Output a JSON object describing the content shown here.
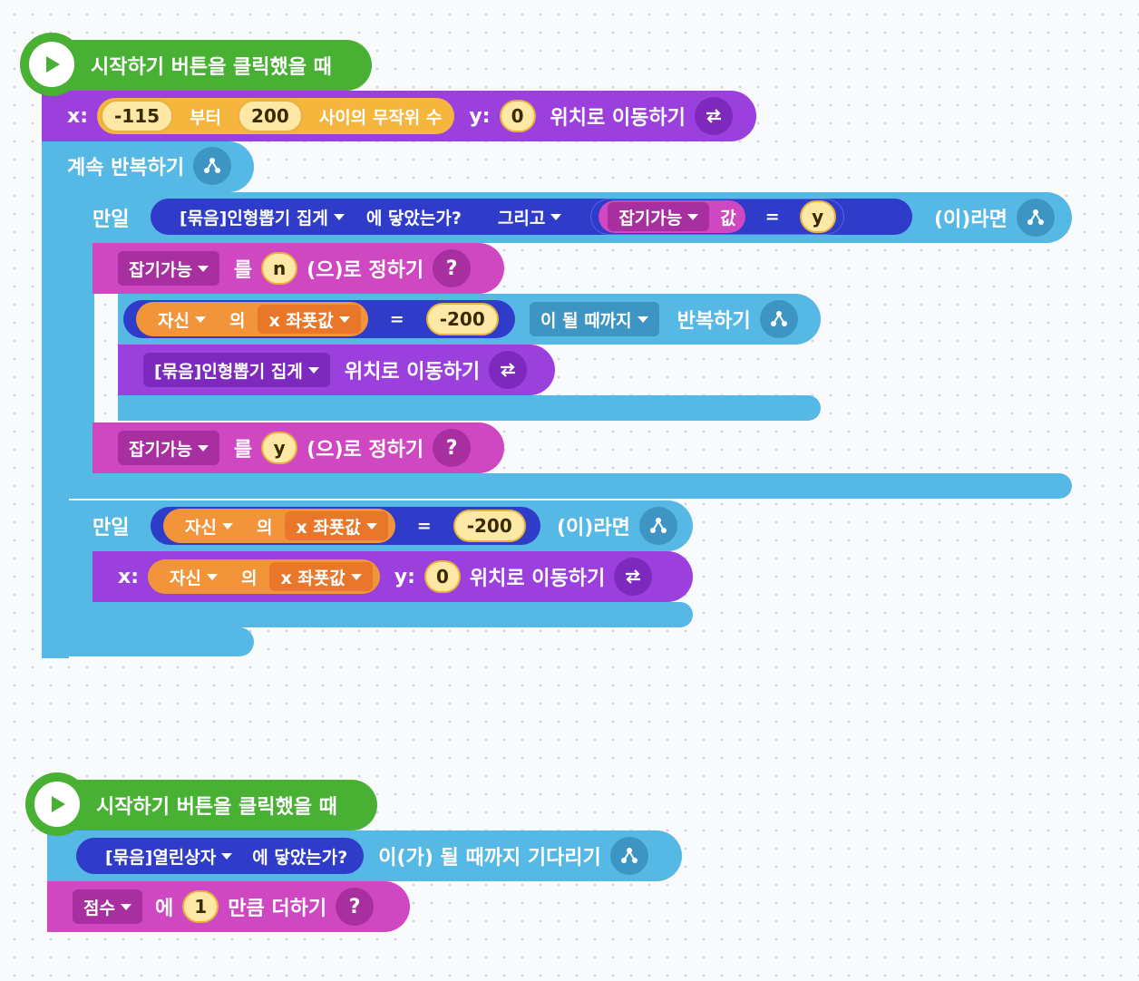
{
  "script1": {
    "hat": "시작하기 버튼을 클릭했을 때",
    "move1": {
      "x_label": "x:",
      "rand_min": "-115",
      "rand_from": "부터",
      "rand_max": "200",
      "rand_suffix": "사이의 무작위 수",
      "y_label": "y:",
      "y_value": "0",
      "suffix": "위치로 이동하기"
    },
    "forever": "계속 반복하기",
    "if1": {
      "label": "만일",
      "touch_target": "[묶음]인형뽑기 집게",
      "touch_suffix": "에 닿았는가?",
      "and_op": "그리고",
      "var_name": "잡기가능",
      "var_value_label": "값",
      "eq": "=",
      "compare": "y",
      "suffix": "(이)라면"
    },
    "set1": {
      "var": "잡기가능",
      "verb": "를",
      "value": "n",
      "suffix": "(으)로 정하기"
    },
    "until": {
      "object": "자신",
      "of": "의",
      "attr": "x 좌푯값",
      "eq": "=",
      "value": "-200",
      "mode": "이 될 때까지",
      "suffix": "반복하기"
    },
    "move2": {
      "target": "[묶음]인형뽑기 집게",
      "suffix": "위치로 이동하기"
    },
    "set2": {
      "var": "잡기가능",
      "verb": "를",
      "value": "y",
      "suffix": "(으)로 정하기"
    },
    "if2": {
      "label": "만일",
      "object": "자신",
      "of": "의",
      "attr": "x 좌푯값",
      "eq": "=",
      "value": "-200",
      "suffix": "(이)라면"
    },
    "move3": {
      "x_label": "x:",
      "object": "자신",
      "of": "의",
      "attr": "x 좌푯값",
      "y_label": "y:",
      "y_value": "0",
      "suffix": "위치로 이동하기"
    }
  },
  "script2": {
    "hat": "시작하기 버튼을 클릭했을 때",
    "wait": {
      "target": "[묶음]열린상자",
      "touch_suffix": "에 닿았는가?",
      "suffix": "이(가) 될 때까지 기다리기"
    },
    "add": {
      "var": "점수",
      "prep": "에",
      "value": "1",
      "suffix": "만큼 더하기"
    }
  },
  "colors": {
    "event_green": "#48b033",
    "move_purple": "#9b3fdd",
    "flow_blue": "#55b8e5",
    "var_pink": "#cf47c1",
    "judge_blue": "#2f3cc9",
    "calc_orange": "#f2953a",
    "value_yellow": "#fde8a6"
  },
  "icons": [
    "play-icon",
    "move-arrows-icon",
    "flow-branch-icon",
    "question-icon",
    "dropdown-caret-icon"
  ]
}
